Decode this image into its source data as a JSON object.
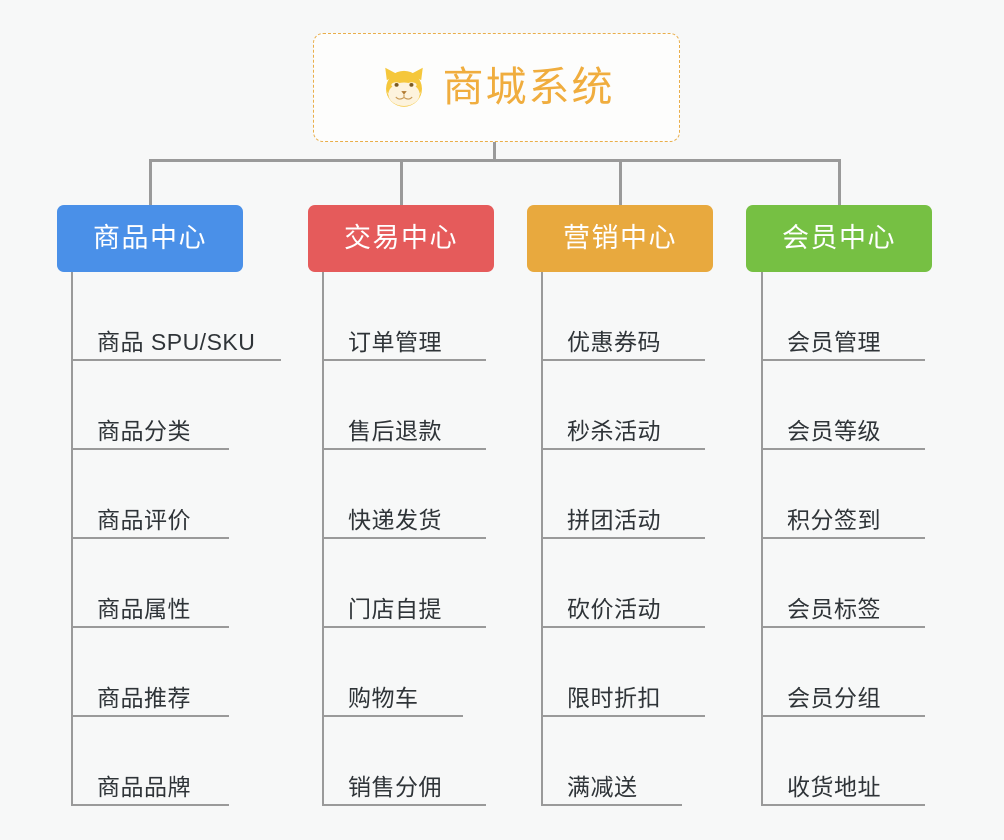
{
  "page": {
    "background_color": "#f7f8f8",
    "type": "mindmap"
  },
  "root": {
    "label": "商城系统",
    "icon": "shiba-dog-icon",
    "text_color": "#f0ad3e",
    "border_color": "#e9ae4a",
    "background_color": "#fdfdfc"
  },
  "connector": {
    "color": "#9a9a9a"
  },
  "branches": [
    {
      "label": "商品中心",
      "color": "#4a90e8",
      "items": [
        "商品 SPU/SKU",
        "商品分类",
        "商品评价",
        "商品属性",
        "商品推荐",
        "商品品牌"
      ]
    },
    {
      "label": "交易中心",
      "color": "#e55b5b",
      "items": [
        "订单管理",
        "售后退款",
        "快递发货",
        "门店自提",
        "购物车",
        "销售分佣"
      ]
    },
    {
      "label": "营销中心",
      "color": "#e8a93e",
      "items": [
        "优惠券码",
        "秒杀活动",
        "拼团活动",
        "砍价活动",
        "限时折扣",
        "满减送"
      ]
    },
    {
      "label": "会员中心",
      "color": "#76c043",
      "items": [
        "会员管理",
        "会员等级",
        "积分签到",
        "会员标签",
        "会员分组",
        "收货地址"
      ]
    }
  ]
}
